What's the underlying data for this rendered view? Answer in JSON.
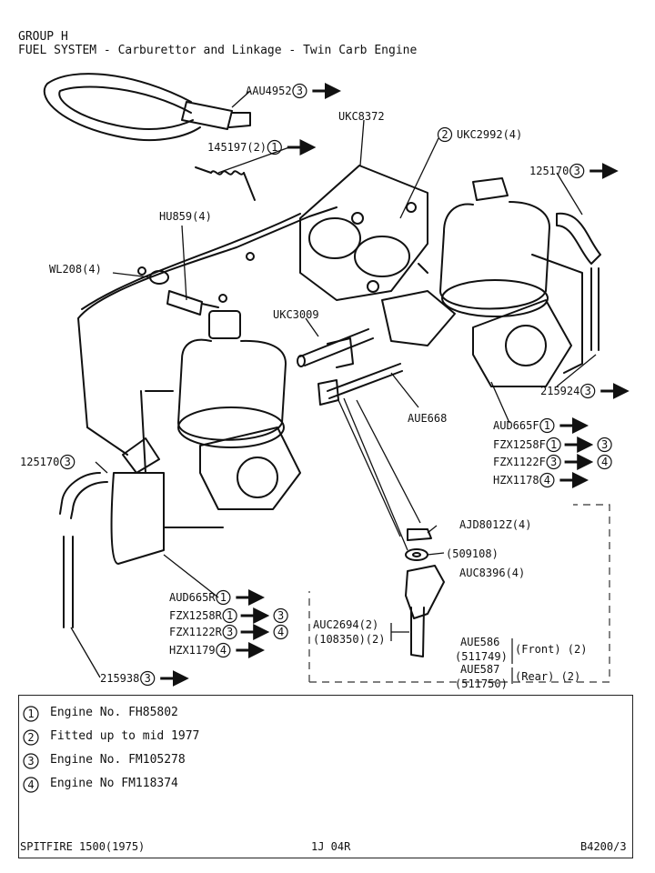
{
  "header": {
    "group": "GROUP H",
    "title": "FUEL SYSTEM - Carburettor and Linkage - Twin Carb Engine"
  },
  "callouts": [
    {
      "id": "c1",
      "part": "AAU4952",
      "ref": "3",
      "arrow": true
    },
    {
      "id": "c2",
      "part": "UKC8372",
      "ref": "",
      "arrow": false
    },
    {
      "id": "c3",
      "part": "145197(2)",
      "ref": "1",
      "arrow": true
    },
    {
      "id": "c4",
      "part": "UKC2992(4)",
      "ref": "2",
      "arrow": false
    },
    {
      "id": "c5",
      "part": "125170",
      "ref": "3",
      "arrow": true
    },
    {
      "id": "c6",
      "part": "HU859(4)",
      "ref": "",
      "arrow": false
    },
    {
      "id": "c7",
      "part": "WL208(4)",
      "ref": "",
      "arrow": false
    },
    {
      "id": "c8",
      "part": "UKC3009",
      "ref": "",
      "arrow": false
    },
    {
      "id": "c9",
      "part": "215924",
      "ref": "3",
      "arrow": true
    },
    {
      "id": "c10",
      "part": "AUE668",
      "ref": "",
      "arrow": false
    },
    {
      "id": "c11",
      "part": "AUD665F",
      "ref": "1",
      "arrow": true
    },
    {
      "id": "c12",
      "part": "FZX1258F",
      "ref": "1",
      "ref2": "3"
    },
    {
      "id": "c13",
      "part": "FZX1122F",
      "ref": "3",
      "ref2": "4"
    },
    {
      "id": "c14",
      "part": "HZX1178",
      "ref": "4",
      "arrow": true
    },
    {
      "id": "c15",
      "part": "125170",
      "ref": "3",
      "arrow": false
    },
    {
      "id": "c16",
      "part": "AJD8012Z(4)",
      "ref": "",
      "arrow": false
    },
    {
      "id": "c17",
      "part": "(509108)",
      "ref": "",
      "arrow": false
    },
    {
      "id": "c18",
      "part": "AUC8396(4)",
      "ref": "",
      "arrow": false
    },
    {
      "id": "c19",
      "part": "AUD665R",
      "ref": "1",
      "arrow": true
    },
    {
      "id": "c20",
      "part": "FZX1258R",
      "ref": "1",
      "ref2": "3"
    },
    {
      "id": "c21",
      "part": "FZX1122R",
      "ref": "3",
      "ref2": "4"
    },
    {
      "id": "c22",
      "part": "HZX1179",
      "ref": "4",
      "arrow": true
    },
    {
      "id": "c23",
      "part": "AUC2694(2)",
      "ref": "",
      "arrow": false
    },
    {
      "id": "c24",
      "part": "(108350)(2)",
      "ref": "",
      "arrow": false
    },
    {
      "id": "c25",
      "part": "AUE586",
      "ref": "",
      "arrow": false
    },
    {
      "id": "c26",
      "part": "(511749)",
      "ref": "",
      "arrow": false
    },
    {
      "id": "c27",
      "part": "(Front) (2)",
      "ref": "",
      "arrow": false
    },
    {
      "id": "c28",
      "part": "AUE587",
      "ref": "",
      "arrow": false
    },
    {
      "id": "c29",
      "part": "(511750)",
      "ref": "",
      "arrow": false
    },
    {
      "id": "c30",
      "part": "(Rear) (2)",
      "ref": "",
      "arrow": false
    },
    {
      "id": "c31",
      "part": "215938",
      "ref": "3",
      "arrow": true
    }
  ],
  "notes": [
    {
      "num": "1",
      "text": "Engine No. FH85802"
    },
    {
      "num": "2",
      "text": "Fitted up to mid 1977"
    },
    {
      "num": "3",
      "text": "Engine No. FM105278"
    },
    {
      "num": "4",
      "text": "Engine No FM118374"
    }
  ],
  "footer": {
    "model": "SPITFIRE 1500(1975)",
    "page": "1J 04R",
    "code": "B4200/3"
  }
}
